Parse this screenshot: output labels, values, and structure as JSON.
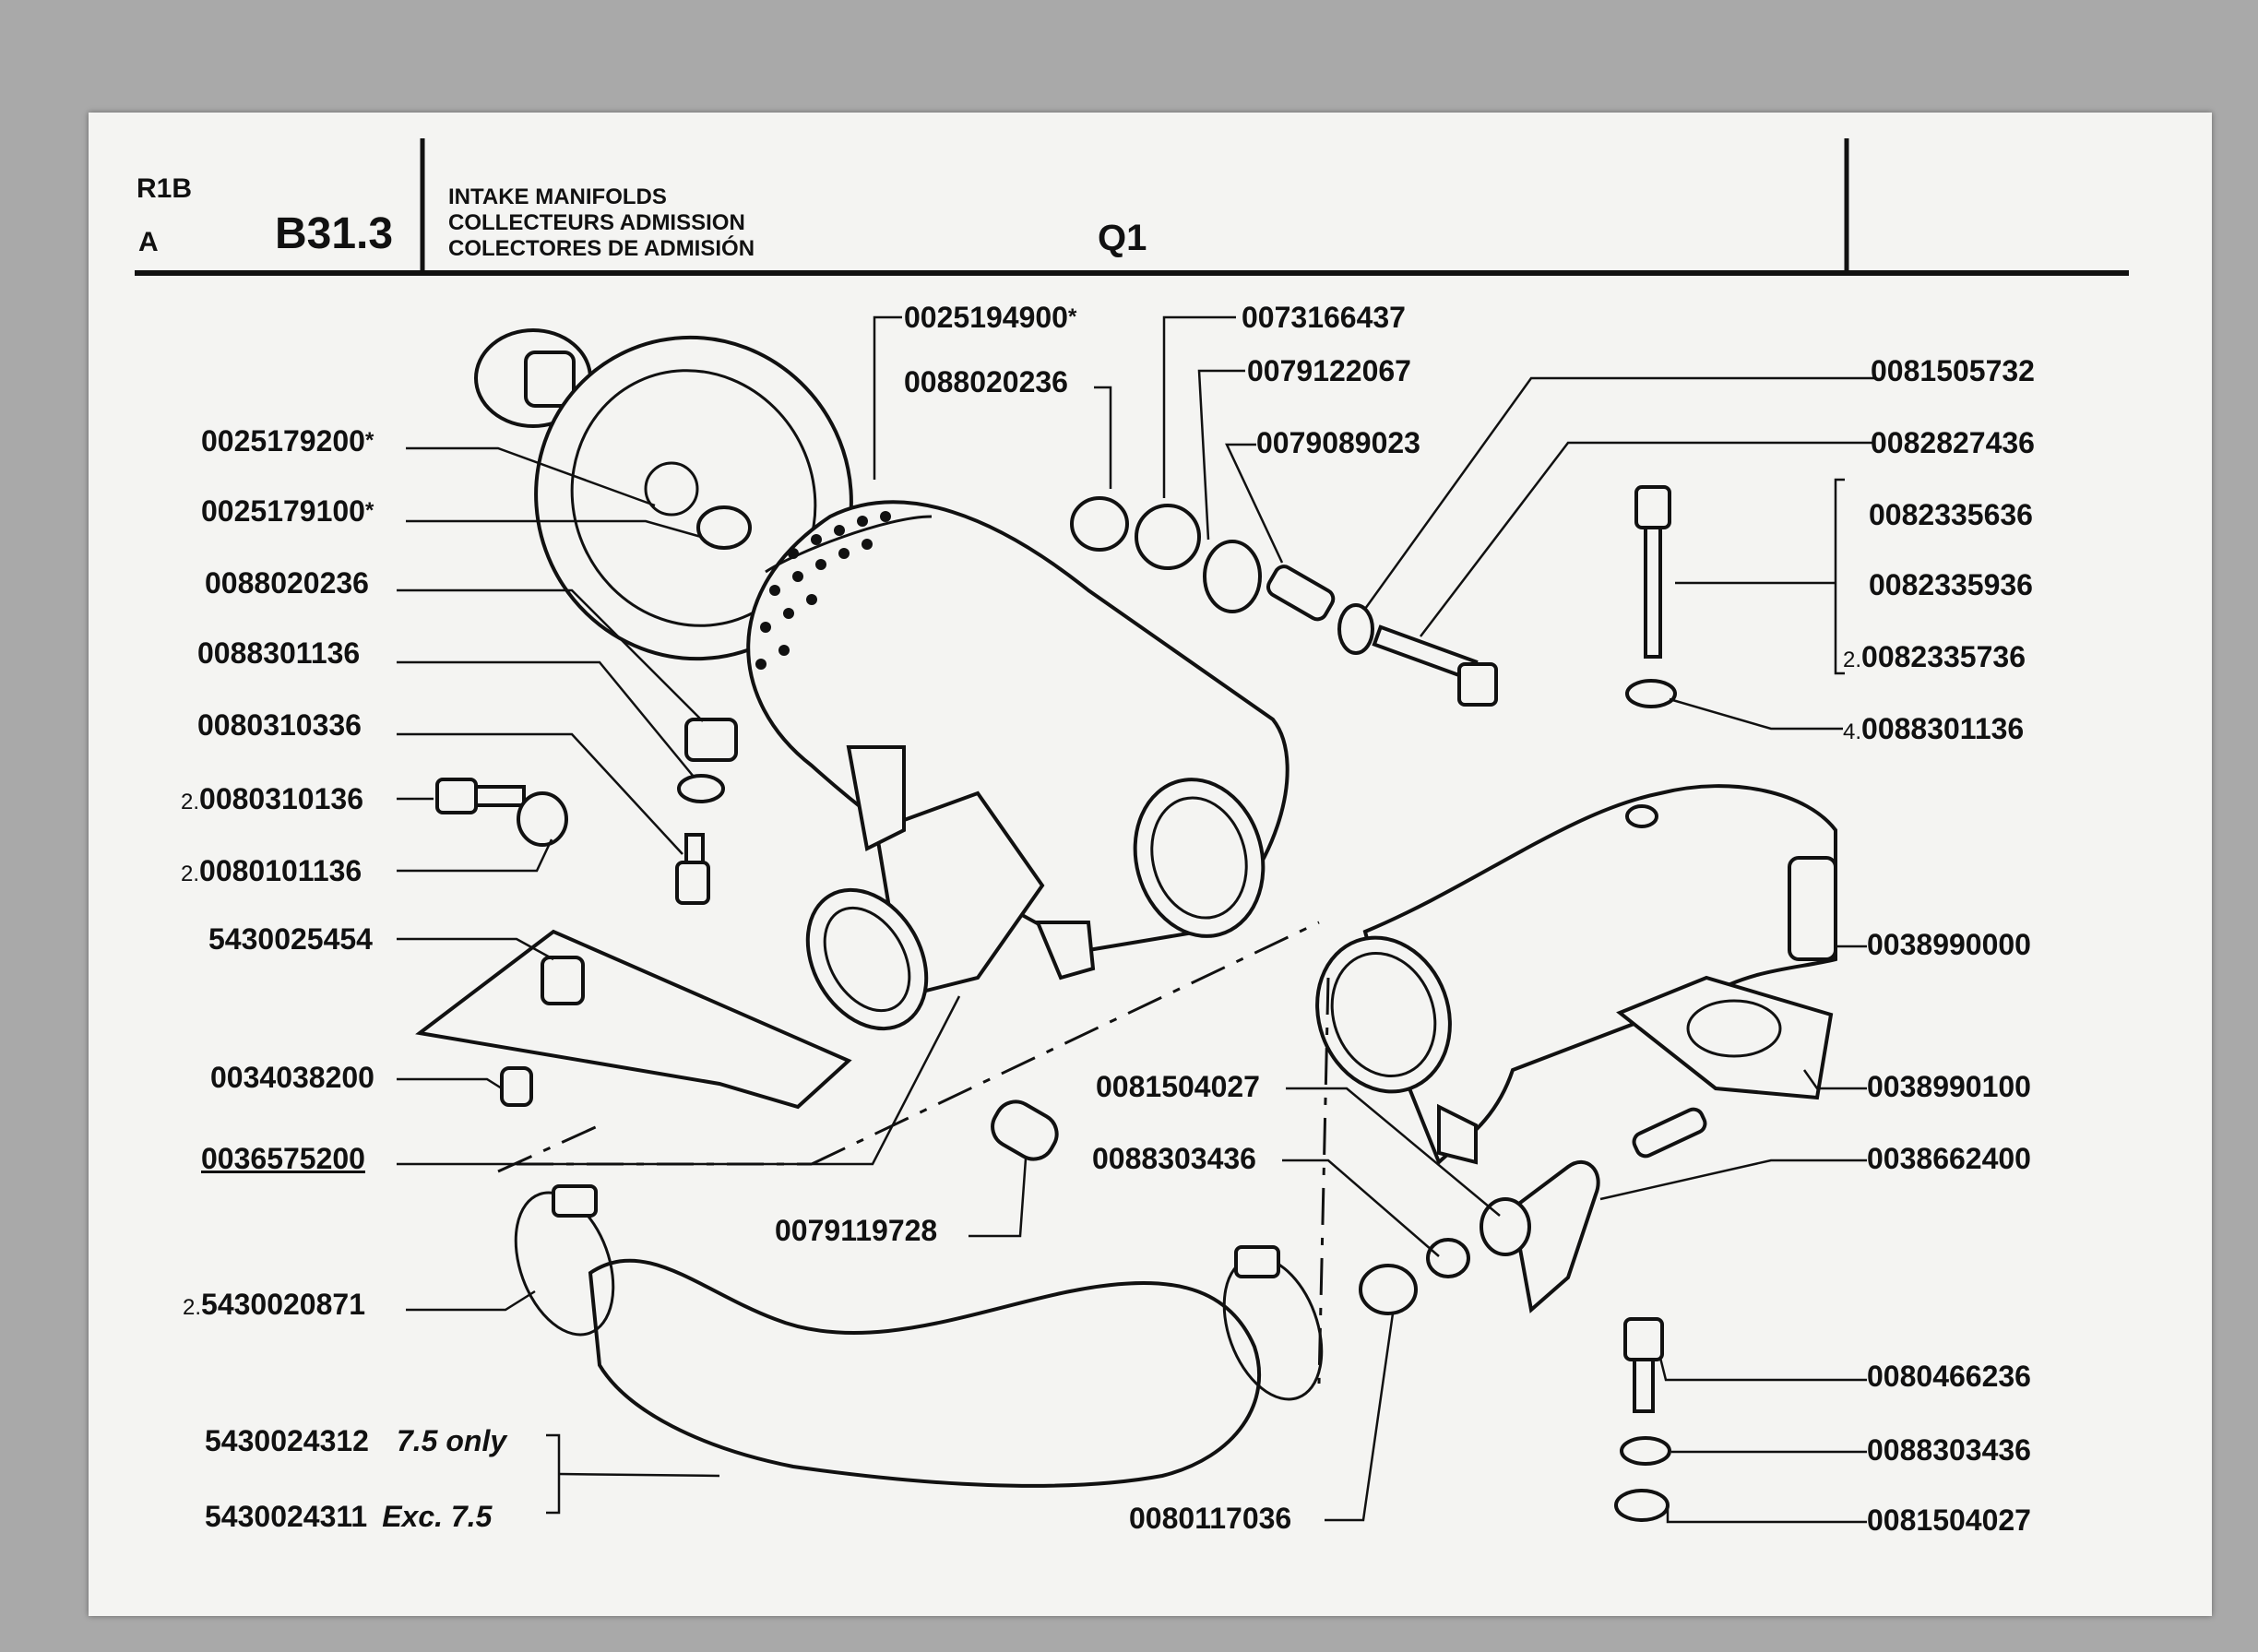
{
  "header": {
    "model": "R1B",
    "variant": "A",
    "section": "B31.3",
    "title_en": "INTAKE MANIFOLDS",
    "title_fr": "COLLECTEURS ADMISSION",
    "title_es": "COLECTORES DE ADMISIÓN",
    "group": "Q1"
  },
  "labels": {
    "p0025194900": "0025194900",
    "p0073166437": "0073166437",
    "p0088020236_top": "0088020236",
    "p0079122067": "0079122067",
    "p0079089023": "0079089023",
    "p0081505732": "0081505732",
    "p0082827436": "0082827436",
    "p0082335636": "0082335636",
    "p0082335936": "0082335936",
    "p0082335736": "0082335736",
    "p0088301136_right": "0088301136",
    "p0025179200": "0025179200",
    "p0025179100": "0025179100",
    "p0088020236_left": "0088020236",
    "p0088301136_left": "0088301136",
    "p0080310336": "0080310336",
    "p0080310136": "0080310136",
    "p0080101136": "0080101136",
    "p5430025454": "5430025454",
    "p0034038200": "0034038200",
    "p0036575200": "0036575200",
    "p0079119728": "0079119728",
    "p5430020871": "5430020871",
    "p5430024312": "5430024312",
    "p5430024311": "5430024311",
    "p0038990000": "0038990000",
    "p0038990100": "0038990100",
    "p0081504027_mid": "0081504027",
    "p0088303436_mid": "0088303436",
    "p0038662400": "0038662400",
    "p0080466236": "0080466236",
    "p0088303436_right": "0088303436",
    "p0081504027_right": "0081504027",
    "p0080117036": "0080117036"
  },
  "quantities": {
    "q2": "2.",
    "q4": "4."
  },
  "markers": {
    "star": "*"
  },
  "notes": {
    "only_75": "7.5 only",
    "exc_75": "Exc. 7.5"
  }
}
